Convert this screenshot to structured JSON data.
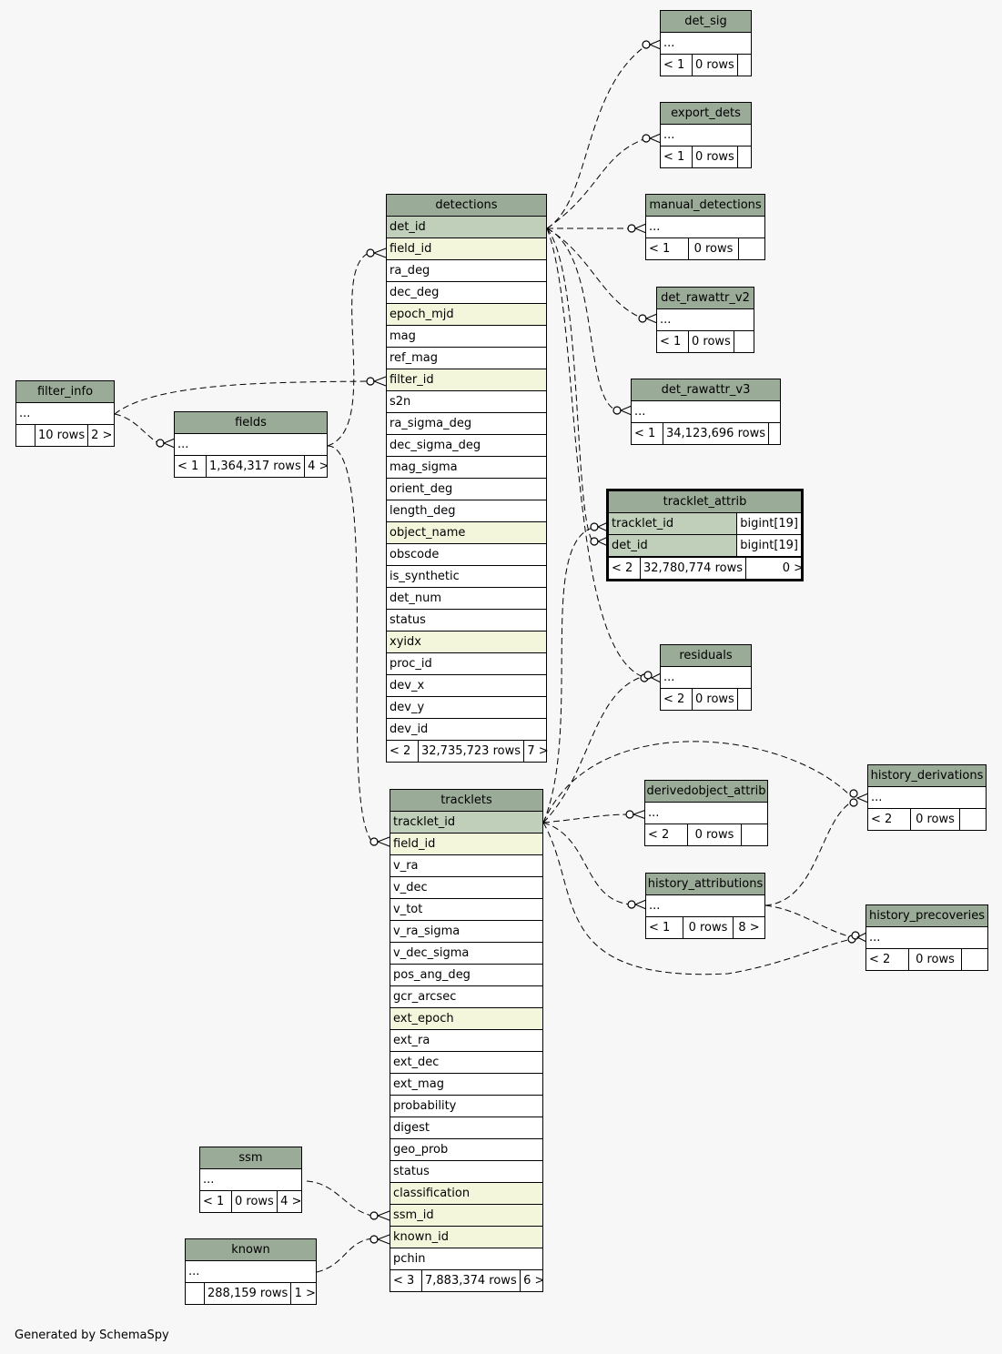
{
  "footer": "Generated by SchemaSpy",
  "tables": {
    "det_sig": {
      "name": "det_sig",
      "rows": [
        "..."
      ],
      "parents": "< 1",
      "count": "0 rows",
      "children": ""
    },
    "export_dets": {
      "name": "export_dets",
      "rows": [
        "..."
      ],
      "parents": "< 1",
      "count": "0 rows",
      "children": ""
    },
    "manual_detections": {
      "name": "manual_detections",
      "rows": [
        "..."
      ],
      "parents": "< 1",
      "count": "0 rows",
      "children": ""
    },
    "det_rawattr_v2": {
      "name": "det_rawattr_v2",
      "rows": [
        "..."
      ],
      "parents": "< 1",
      "count": "0 rows",
      "children": ""
    },
    "det_rawattr_v3": {
      "name": "det_rawattr_v3",
      "rows": [
        "..."
      ],
      "parents": "< 1",
      "count": "34,123,696 rows",
      "children": ""
    },
    "tracklet_attrib": {
      "name": "tracklet_attrib",
      "cols": [
        {
          "name": "tracklet_id",
          "type": "bigint[19]"
        },
        {
          "name": "det_id",
          "type": "bigint[19]"
        }
      ],
      "parents": "< 2",
      "count": "32,780,774 rows",
      "children": "0 >"
    },
    "residuals": {
      "name": "residuals",
      "rows": [
        "..."
      ],
      "parents": "< 2",
      "count": "0 rows",
      "children": ""
    },
    "derivedobject_attrib": {
      "name": "derivedobject_attrib",
      "rows": [
        "..."
      ],
      "parents": "< 2",
      "count": "0 rows",
      "children": ""
    },
    "history_attributions": {
      "name": "history_attributions",
      "rows": [
        "..."
      ],
      "parents": "< 1",
      "count": "0 rows",
      "children": "8 >"
    },
    "history_derivations": {
      "name": "history_derivations",
      "rows": [
        "..."
      ],
      "parents": "< 2",
      "count": "0 rows",
      "children": ""
    },
    "history_precoveries": {
      "name": "history_precoveries",
      "rows": [
        "..."
      ],
      "parents": "< 2",
      "count": "0 rows",
      "children": ""
    },
    "filter_info": {
      "name": "filter_info",
      "rows": [
        "..."
      ],
      "parents": "",
      "count": "10 rows",
      "children": "2 >"
    },
    "fields": {
      "name": "fields",
      "rows": [
        "..."
      ],
      "parents": "< 1",
      "count": "1,364,317 rows",
      "children": "4 >"
    },
    "ssm": {
      "name": "ssm",
      "rows": [
        "..."
      ],
      "parents": "< 1",
      "count": "0 rows",
      "children": "4 >"
    },
    "known": {
      "name": "known",
      "rows": [
        "..."
      ],
      "parents": "",
      "count": "288,159 rows",
      "children": "1 >"
    },
    "detections": {
      "name": "detections",
      "cols": [
        {
          "name": "det_id",
          "kind": "pk"
        },
        {
          "name": "field_id",
          "kind": "idx"
        },
        {
          "name": "ra_deg",
          "kind": "plain"
        },
        {
          "name": "dec_deg",
          "kind": "plain"
        },
        {
          "name": "epoch_mjd",
          "kind": "idx"
        },
        {
          "name": "mag",
          "kind": "plain"
        },
        {
          "name": "ref_mag",
          "kind": "plain"
        },
        {
          "name": "filter_id",
          "kind": "idx"
        },
        {
          "name": "s2n",
          "kind": "plain"
        },
        {
          "name": "ra_sigma_deg",
          "kind": "plain"
        },
        {
          "name": "dec_sigma_deg",
          "kind": "plain"
        },
        {
          "name": "mag_sigma",
          "kind": "plain"
        },
        {
          "name": "orient_deg",
          "kind": "plain"
        },
        {
          "name": "length_deg",
          "kind": "plain"
        },
        {
          "name": "object_name",
          "kind": "idx"
        },
        {
          "name": "obscode",
          "kind": "plain"
        },
        {
          "name": "is_synthetic",
          "kind": "plain"
        },
        {
          "name": "det_num",
          "kind": "plain"
        },
        {
          "name": "status",
          "kind": "plain"
        },
        {
          "name": "xyidx",
          "kind": "idx"
        },
        {
          "name": "proc_id",
          "kind": "plain"
        },
        {
          "name": "dev_x",
          "kind": "plain"
        },
        {
          "name": "dev_y",
          "kind": "plain"
        },
        {
          "name": "dev_id",
          "kind": "plain"
        }
      ],
      "parents": "< 2",
      "count": "32,735,723 rows",
      "children": "7 >"
    },
    "tracklets": {
      "name": "tracklets",
      "cols": [
        {
          "name": "tracklet_id",
          "kind": "pk"
        },
        {
          "name": "field_id",
          "kind": "idx"
        },
        {
          "name": "v_ra",
          "kind": "plain"
        },
        {
          "name": "v_dec",
          "kind": "plain"
        },
        {
          "name": "v_tot",
          "kind": "plain"
        },
        {
          "name": "v_ra_sigma",
          "kind": "plain"
        },
        {
          "name": "v_dec_sigma",
          "kind": "plain"
        },
        {
          "name": "pos_ang_deg",
          "kind": "plain"
        },
        {
          "name": "gcr_arcsec",
          "kind": "plain"
        },
        {
          "name": "ext_epoch",
          "kind": "idx"
        },
        {
          "name": "ext_ra",
          "kind": "plain"
        },
        {
          "name": "ext_dec",
          "kind": "plain"
        },
        {
          "name": "ext_mag",
          "kind": "plain"
        },
        {
          "name": "probability",
          "kind": "plain"
        },
        {
          "name": "digest",
          "kind": "plain"
        },
        {
          "name": "geo_prob",
          "kind": "plain"
        },
        {
          "name": "status",
          "kind": "plain"
        },
        {
          "name": "classification",
          "kind": "idx"
        },
        {
          "name": "ssm_id",
          "kind": "idx"
        },
        {
          "name": "known_id",
          "kind": "idx"
        },
        {
          "name": "pchin",
          "kind": "plain"
        }
      ],
      "parents": "< 3",
      "count": "7,883,374 rows",
      "children": "6 >"
    }
  }
}
